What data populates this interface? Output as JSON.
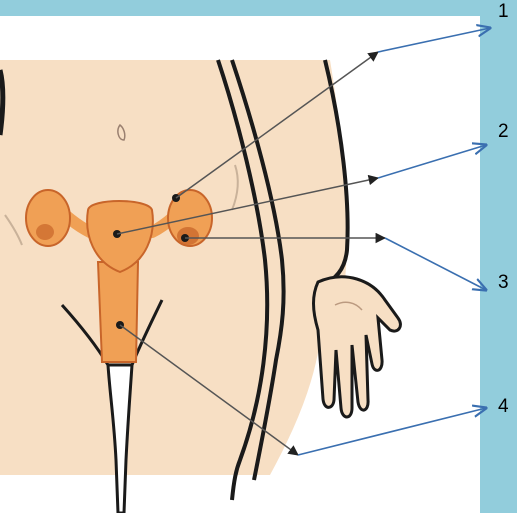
{
  "labels": [
    {
      "id": "1",
      "text": "1"
    },
    {
      "id": "2",
      "text": "2"
    },
    {
      "id": "3",
      "text": "3"
    },
    {
      "id": "4",
      "text": "4"
    }
  ],
  "colors": {
    "panel": "#92CDDC",
    "skin": "#F7DFC4",
    "organ": "#F0A055",
    "organ_dark": "#C8652A",
    "outline": "#1a1a1a",
    "arrow_gray": "#555555",
    "arrow_blue": "#3A6FB0"
  }
}
